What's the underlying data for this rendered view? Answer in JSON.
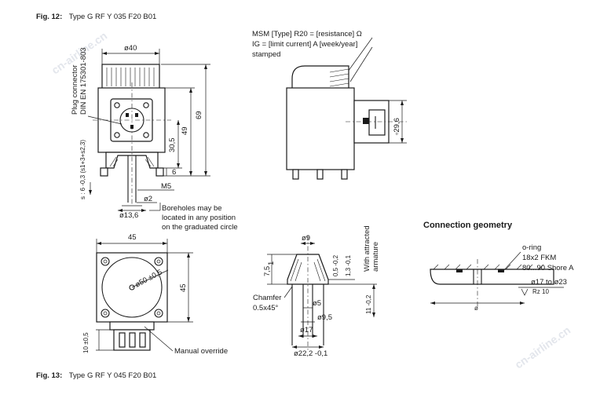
{
  "fig12": {
    "label": "Fig. 12:",
    "type": "Type G RF Y 035 F20 B01"
  },
  "fig13": {
    "label": "Fig. 13:",
    "type": "Type  G RF Y 045 F20 B01"
  },
  "connection_geometry": {
    "title": "Connection geometry",
    "oring_1": "o-ring",
    "oring_2": "18x2 FKM",
    "oring_3": "80...90 Shore A",
    "diameter": "ø17 to ø23",
    "roughness": "Rz 10",
    "small_dia": "ø"
  },
  "stamp_note": {
    "line1": "MSM [Type] R20 = [resistance] Ω",
    "line2": "IG = [limit current] A [week/year]",
    "line3": "stamped"
  },
  "plug_connector": {
    "line1": "Plug connector",
    "line2": "DIN EN 175301-803"
  },
  "boreholes_note": {
    "line1": "Boreholes may be",
    "line2": "located in any position",
    "line3": "on the graduated circle"
  },
  "chamfer": {
    "line1": "Chamfer",
    "line2": "0.5x45°"
  },
  "manual_override": "Manual override",
  "armature_note": {
    "line1": "With attracted",
    "line2": "armature"
  },
  "dims": {
    "d40": "ø40",
    "d69": "69",
    "d49": "49",
    "d30_5": "30,5",
    "d6": "6",
    "m5": "M5",
    "d2": "ø2",
    "d13_6": "ø13,6",
    "s_tol": "s : 6 -0,3 (s1+3+s2,3)",
    "d29_6": "▫29,6",
    "d45_top": "45",
    "d45_side": "45",
    "d50": "ø50 ±0,5",
    "d10": "10 ±0,5",
    "d9_top": "ø9",
    "d7_5": "7,5",
    "d1": "1",
    "d0_5": "0,5 -0,2",
    "d1_3": "1,3 -0,1",
    "d11": "11 -0,2",
    "d5": "ø5",
    "d9_5": "ø9,5",
    "d17": "ø17",
    "d22_2": "ø22,2 -0,1"
  }
}
